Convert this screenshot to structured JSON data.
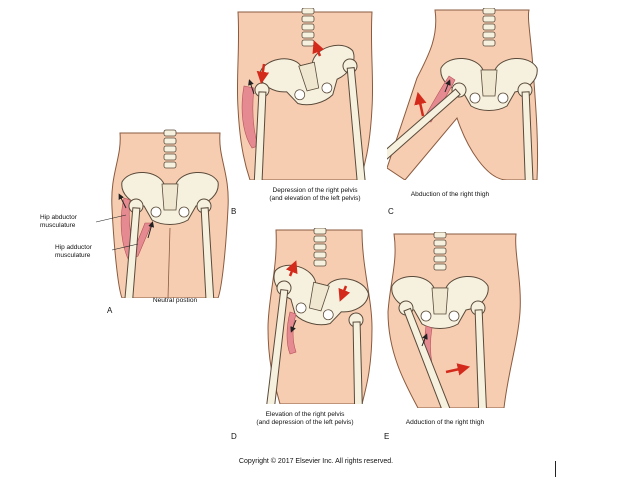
{
  "colors": {
    "skin": "#f7cdb2",
    "skin_edge": "#8a5a3e",
    "bone": "#f6f1de",
    "bone_edge": "#5a4a3a",
    "muscle": "#e58a90",
    "arrow": "#d42a1c"
  },
  "panels": {
    "A": {
      "letter": "A",
      "caption": "Neutral postion",
      "abductor_label": "Hip abductor\nmusculature",
      "adductor_label": "Hip adductor\nmusculature"
    },
    "B": {
      "letter": "B",
      "caption": "Depression of the right pelvis\n(and elevation of the left pelvis)"
    },
    "C": {
      "letter": "C",
      "caption": "Abduction of the right thigh"
    },
    "D": {
      "letter": "D",
      "caption": "Elevation of the right pelvis\n(and depression of the left pelvis)"
    },
    "E": {
      "letter": "E",
      "caption": "Adduction of the right thigh"
    }
  },
  "copyright": "Copyright © 2017 Elsevier Inc. All rights reserved."
}
